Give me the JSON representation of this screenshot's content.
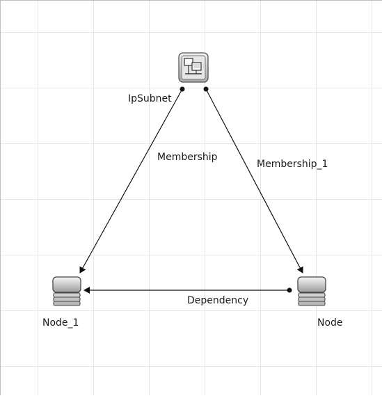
{
  "diagram": {
    "nodes": [
      {
        "id": "ipsubnet",
        "label": "IpSubnet",
        "icon": "ip-subnet-icon"
      },
      {
        "id": "node1",
        "label": "Node_1",
        "icon": "server-node-icon"
      },
      {
        "id": "node",
        "label": "Node",
        "icon": "server-node-icon"
      }
    ],
    "edges": [
      {
        "id": "membership",
        "label": "Membership",
        "from": "ipsubnet",
        "to": "node1"
      },
      {
        "id": "membership1",
        "label": "Membership_1",
        "from": "ipsubnet",
        "to": "node"
      },
      {
        "id": "dependency",
        "label": "Dependency",
        "from": "node",
        "to": "node1"
      }
    ]
  }
}
